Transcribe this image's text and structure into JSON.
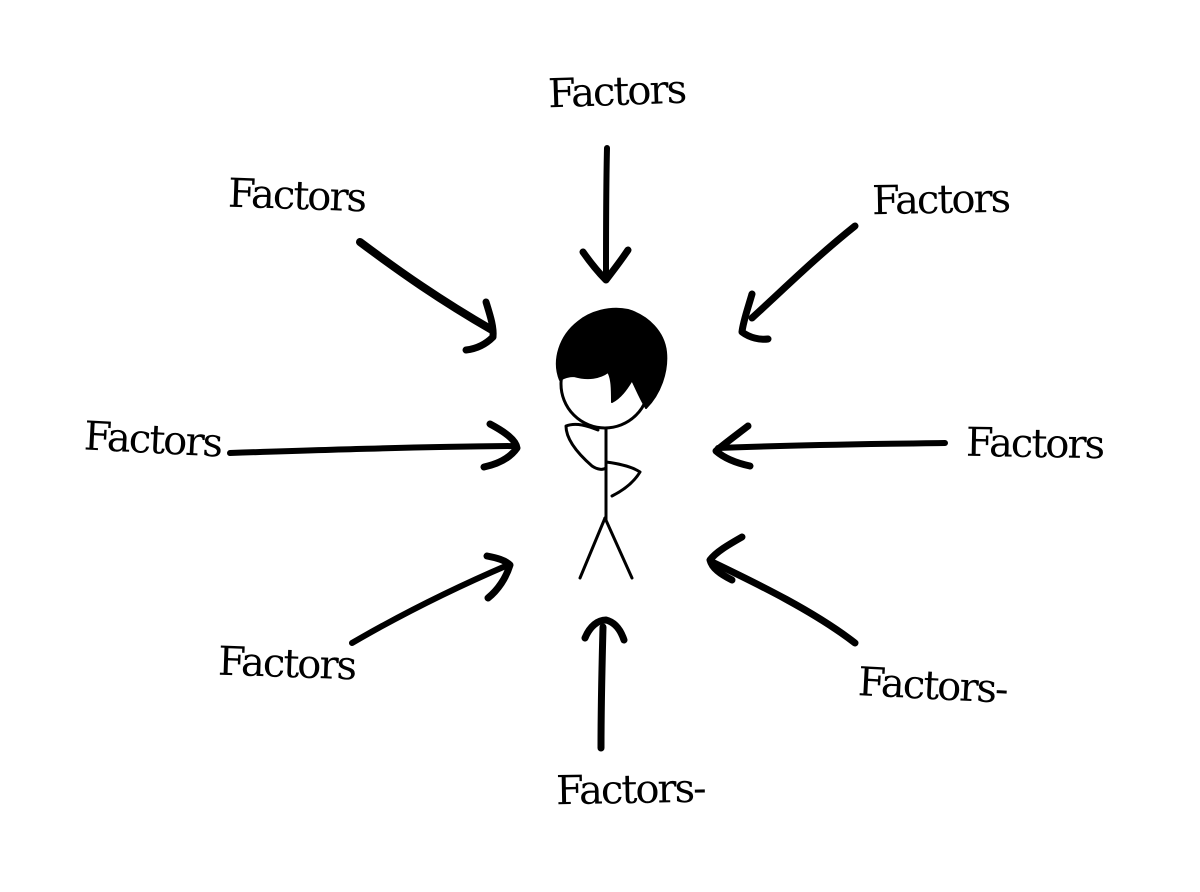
{
  "labels": {
    "top": "Factors",
    "top_left": "Factors",
    "top_right": "Factors",
    "left": "Factors",
    "right": "Factors",
    "bottom_left": "Factors",
    "bottom_right": "Factors-",
    "bottom": "Factors-"
  },
  "colors": {
    "ink": "#000000",
    "background": "#ffffff"
  }
}
